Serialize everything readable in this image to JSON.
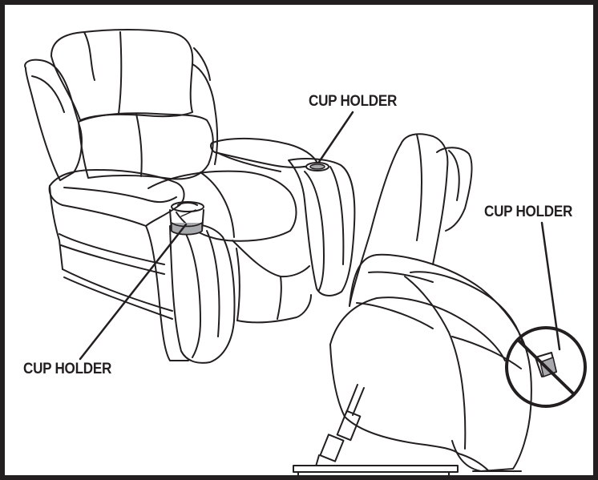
{
  "labels": {
    "top_cup_holder": "CUP HOLDER",
    "left_cup_holder": "CUP HOLDER",
    "right_cup_holder": "CUP HOLDER"
  },
  "colors": {
    "line": "#231f20",
    "shade": "#a7a9ac",
    "background": "#ffffff"
  }
}
